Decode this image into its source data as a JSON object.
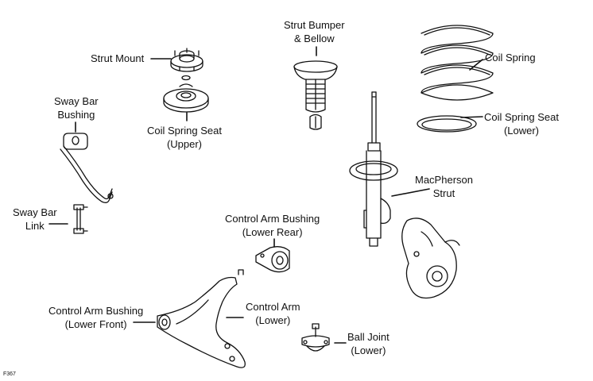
{
  "labels": {
    "strut_mount": "Strut Mount",
    "strut_bumper": [
      "Strut Bumper",
      "& Bellow"
    ],
    "coil_spring": "Coil Spring",
    "sway_bar_bushing": [
      "Sway Bar",
      "Bushing"
    ],
    "coil_spring_seat_upper": [
      "Coil Spring Seat",
      "(Upper)"
    ],
    "coil_spring_seat_lower": [
      "Coil Spring Seat",
      "(Lower)"
    ],
    "macpherson_strut": [
      "MacPherson",
      "Strut"
    ],
    "sway_bar_link": [
      "Sway Bar",
      "Link"
    ],
    "control_arm_bushing_rear": [
      "Control Arm Bushing",
      "(Lower Rear)"
    ],
    "control_arm_bushing_front": [
      "Control Arm Bushing",
      "(Lower Front)"
    ],
    "control_arm": [
      "Control Arm",
      "(Lower)"
    ],
    "ball_joint": [
      "Ball Joint",
      "(Lower)"
    ]
  },
  "figure_id": "F367"
}
